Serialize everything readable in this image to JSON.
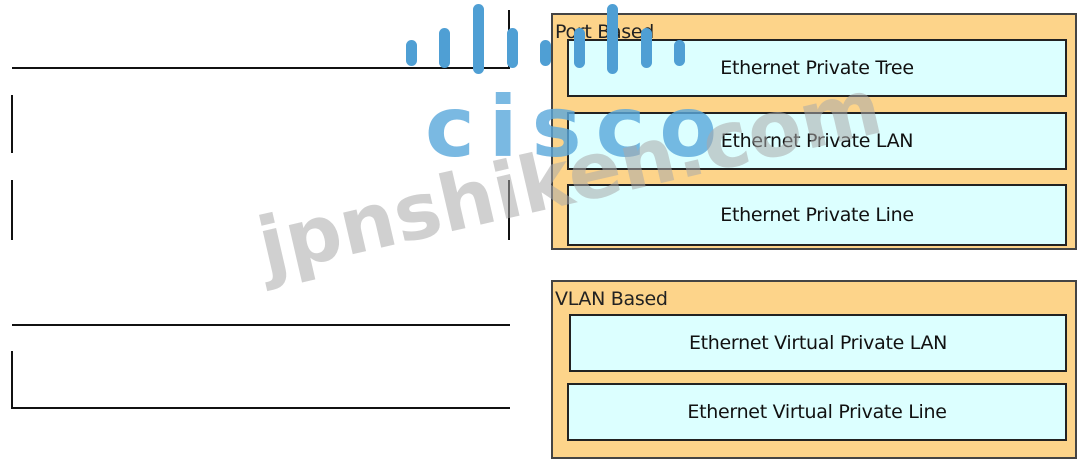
{
  "groups": [
    {
      "title": "Port Based",
      "items": [
        "Ethernet Private Tree",
        "Ethernet Private LAN",
        "Ethernet Private Line"
      ]
    },
    {
      "title": "VLAN Based",
      "items": [
        "Ethernet Virtual Private LAN",
        "Ethernet Virtual Private Line"
      ]
    }
  ],
  "watermark": {
    "logo_text": "cisco",
    "site_text": "jpnshiken.com"
  },
  "colors": {
    "group_bg": "#fdd48a",
    "item_bg": "#dcffff",
    "watermark_blue": "#5aa8dc"
  }
}
